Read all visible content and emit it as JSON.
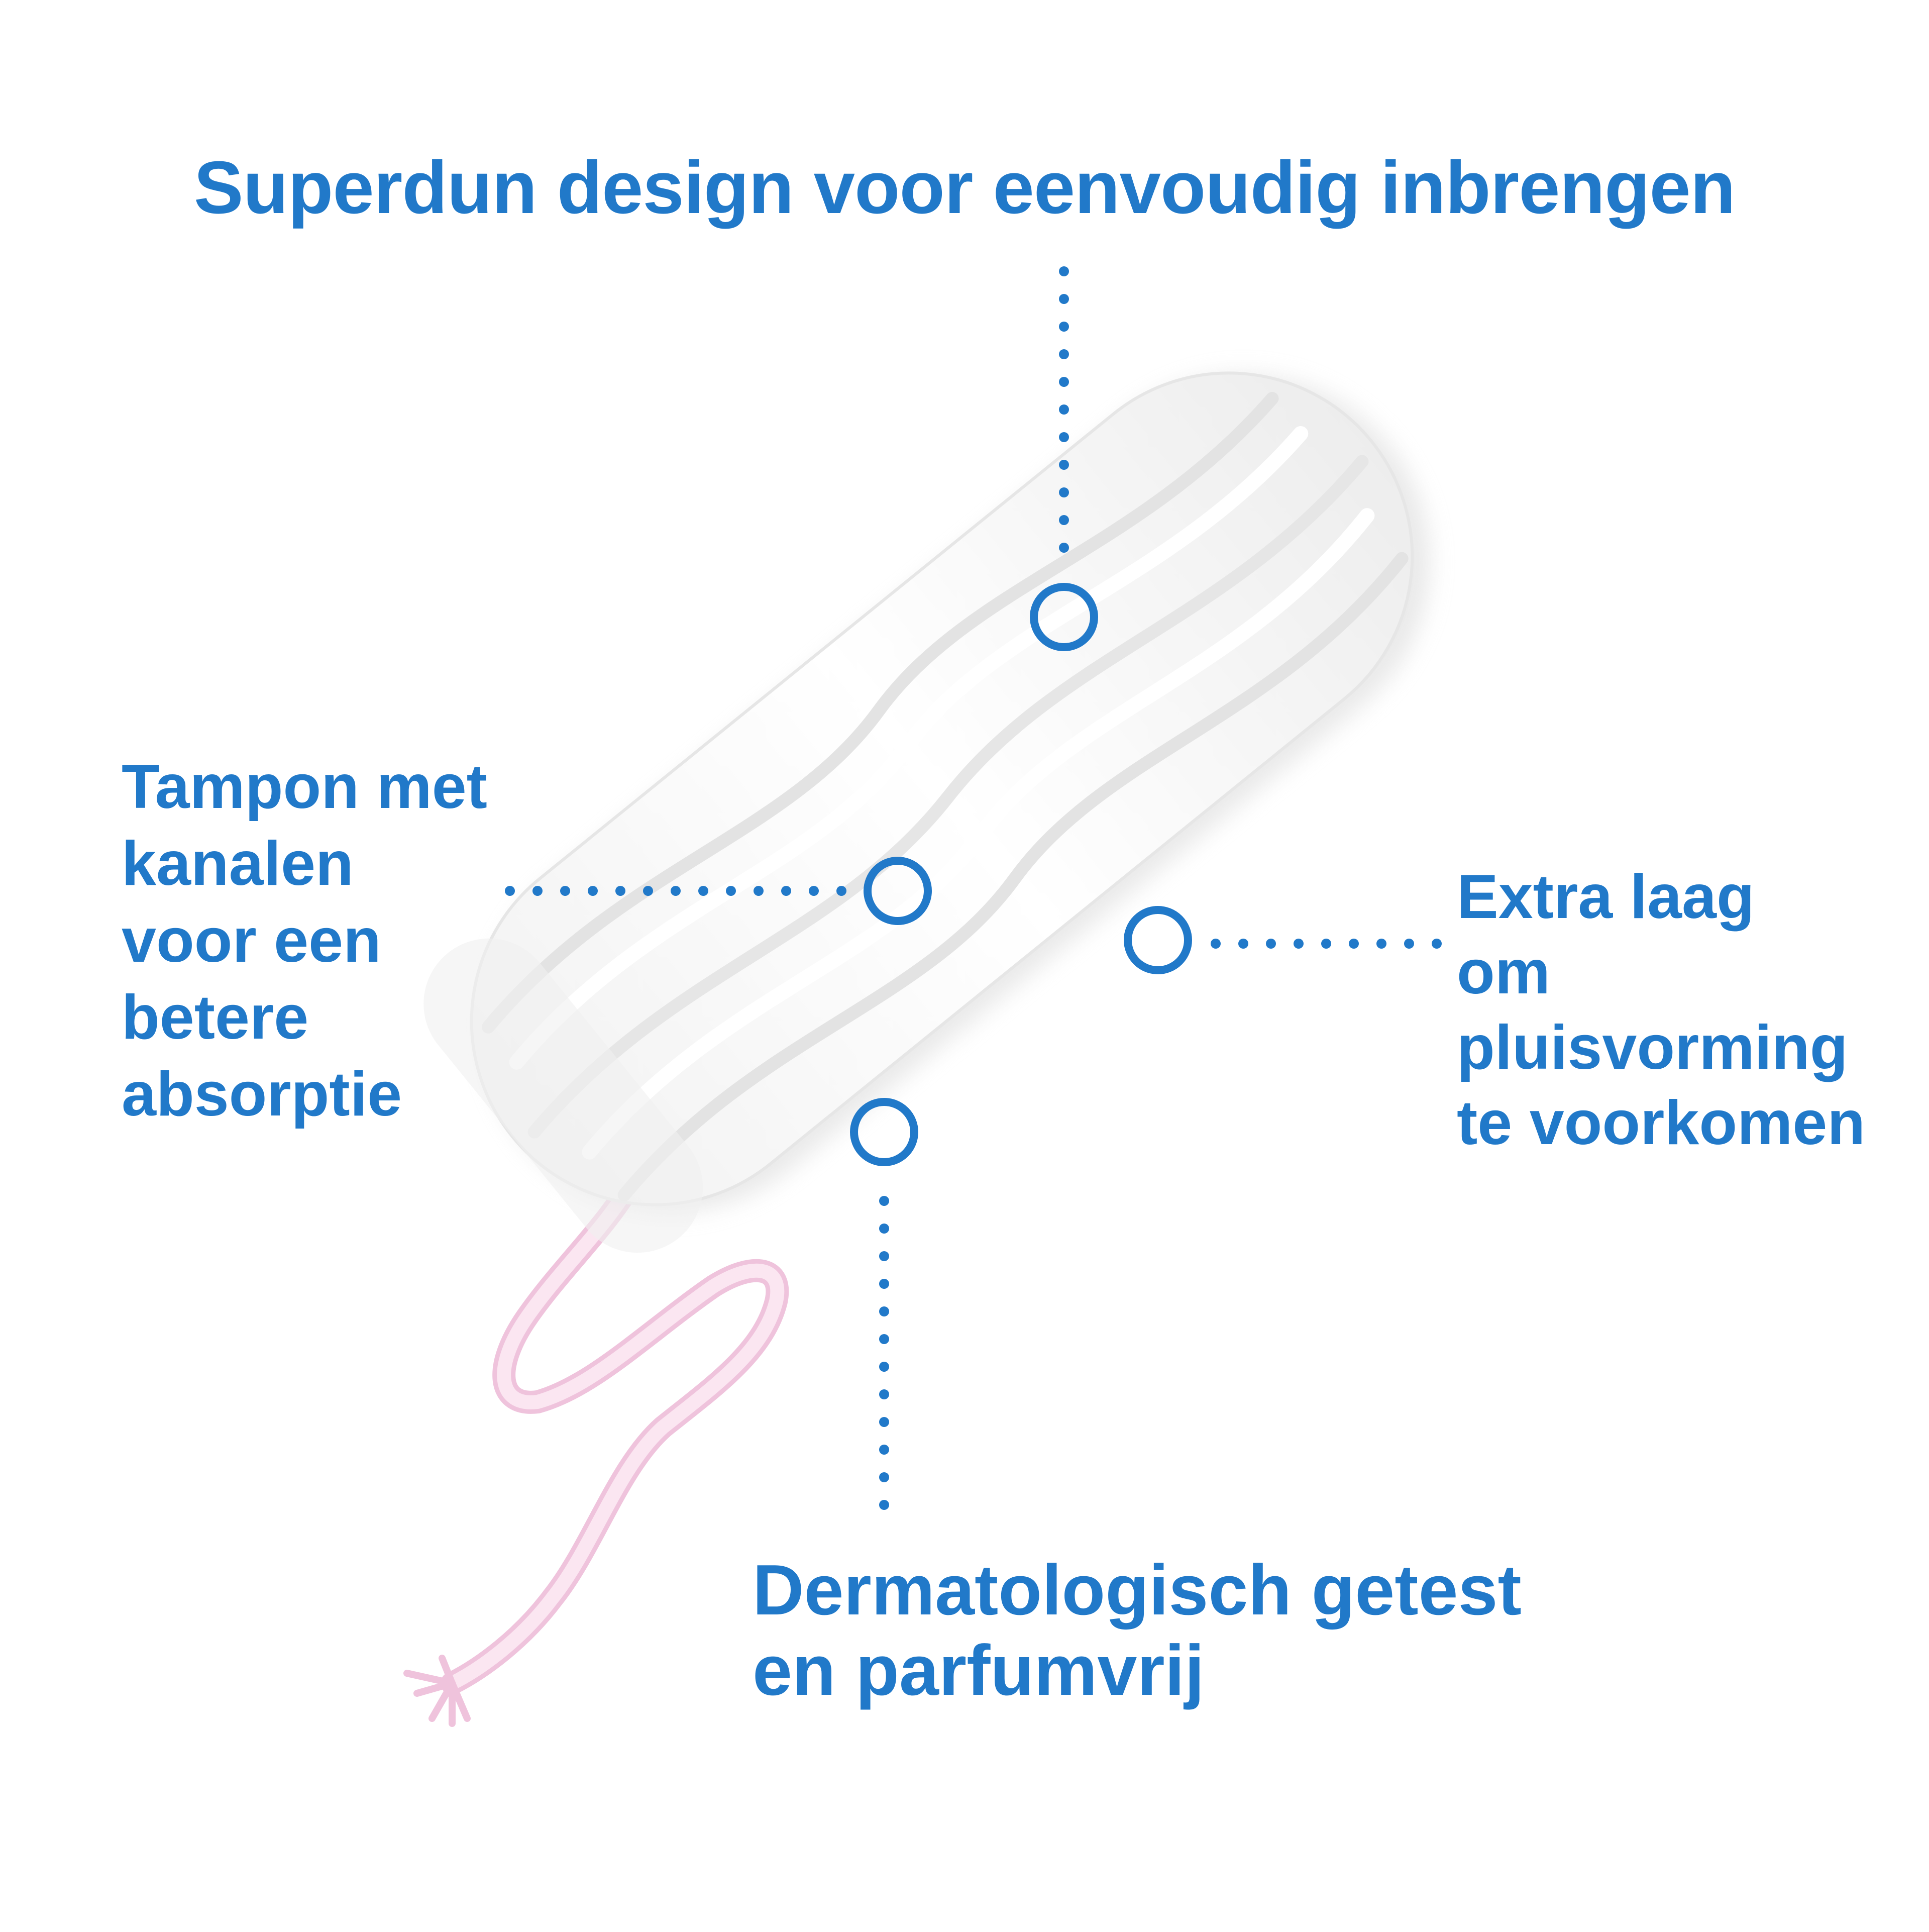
{
  "colors": {
    "accent": "#2179c9",
    "string": "#f3d3e6",
    "tampon_fill": "#ffffff",
    "tampon_shadow": "#e4e4e4"
  },
  "labels": {
    "top": [
      "Superdun design voor eenvoudig inbrengen"
    ],
    "left": [
      "Tampon met",
      "kanalen",
      "voor een",
      "betere",
      "absorptie"
    ],
    "right": [
      "Extra laag",
      "om",
      "pluisvorming",
      "te voorkomen"
    ],
    "bottom": [
      "Dermatologisch getest",
      "en parfumvrij"
    ]
  }
}
